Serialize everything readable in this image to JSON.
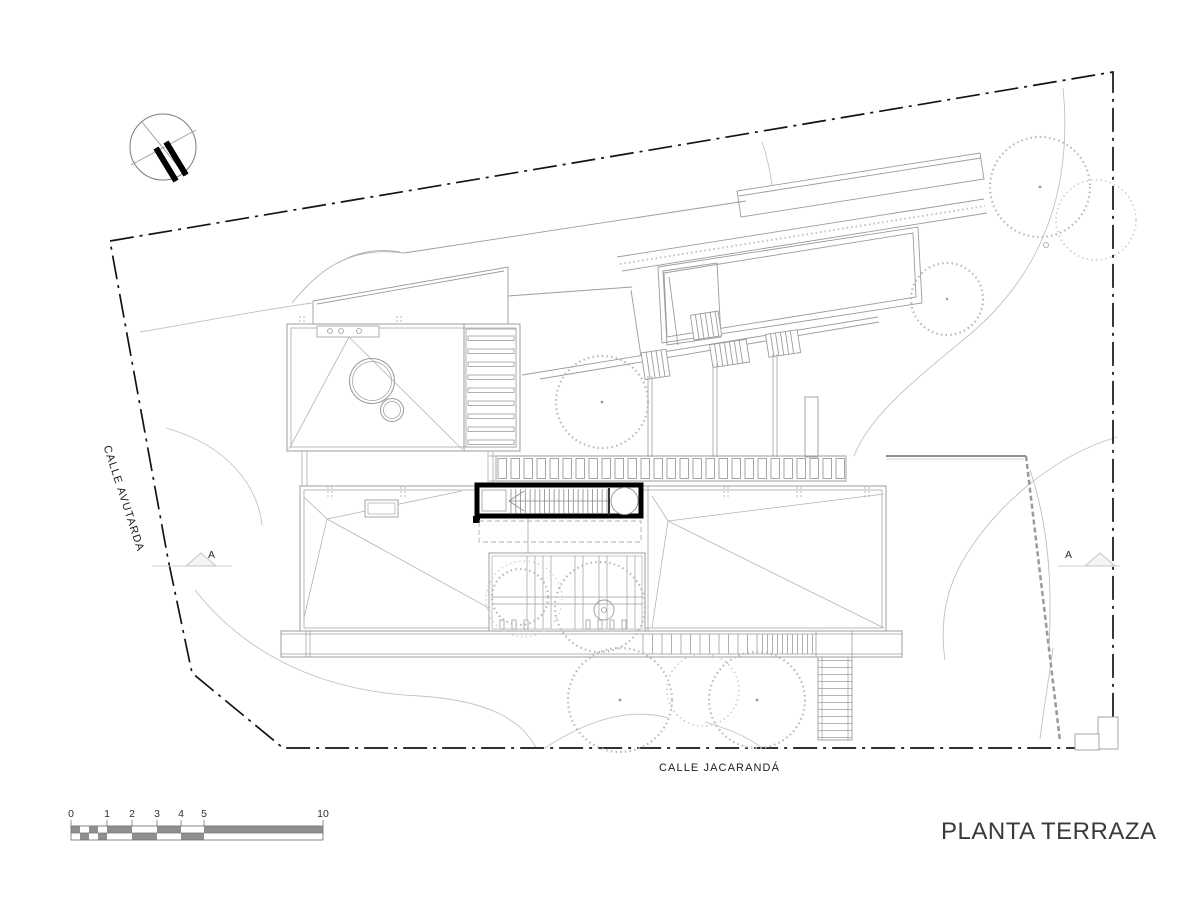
{
  "sheet": {
    "title": "PLANTA TERRAZA",
    "drawing_type": "site roof plan"
  },
  "streets": {
    "left": "CALLE AVUTARDA",
    "bottom": "CALLE JACARANDÁ"
  },
  "section_markers": {
    "left": "A",
    "right": "A"
  },
  "scale_bar": {
    "labels": [
      "0",
      "1",
      "2",
      "3",
      "4",
      "5",
      "10"
    ]
  },
  "icons": {
    "north": "north-arrow"
  },
  "colors": {
    "line_gray": "#9c9c9c",
    "boundary_black": "#141414",
    "scale_gray": "#8f8f8f",
    "tree_stipple": "#b8b8b8"
  }
}
